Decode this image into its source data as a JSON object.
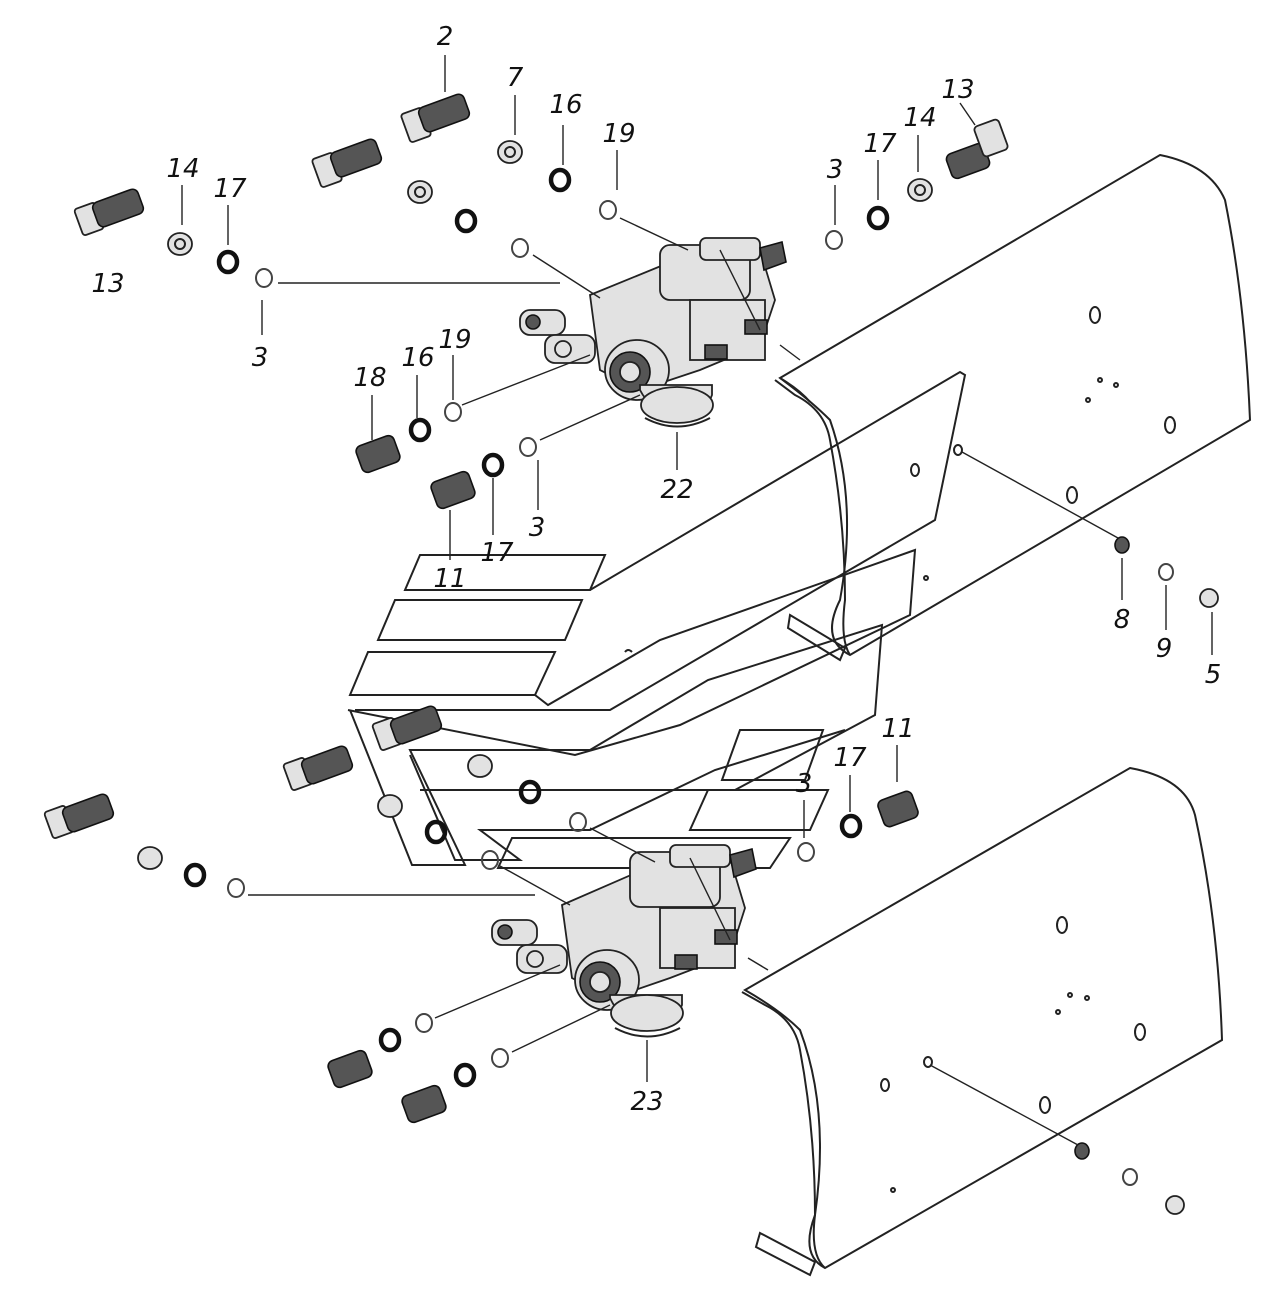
{
  "callouts": {
    "c1": "2",
    "c2": "7",
    "c3": "16",
    "c4": "19",
    "c5": "13",
    "c6": "14",
    "c7": "17",
    "c8": "3",
    "c9": "13",
    "c10": "14",
    "c11": "17",
    "c12": "3",
    "c13": "18",
    "c14": "16",
    "c15": "19",
    "c16": "22",
    "c17": "11",
    "c18": "17",
    "c19": "3",
    "c20": "8",
    "c21": "9",
    "c22": "5",
    "c23": "11",
    "c24": "17",
    "c25": "3",
    "c26": "23"
  }
}
